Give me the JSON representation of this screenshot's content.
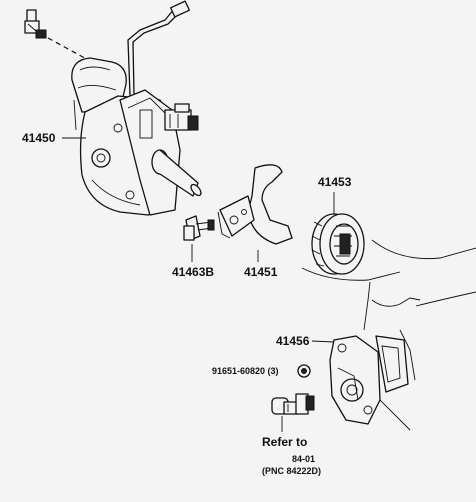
{
  "labels": {
    "actuator": "41450",
    "shift_fork": "41451",
    "clutch_sleeve": "41453",
    "bolt": "41463B",
    "housing": "41456",
    "nut": "91651-60820 (3)",
    "refer_to": "Refer to",
    "refer_page": "84-01",
    "refer_pnc": "(PNC 84222D)"
  }
}
